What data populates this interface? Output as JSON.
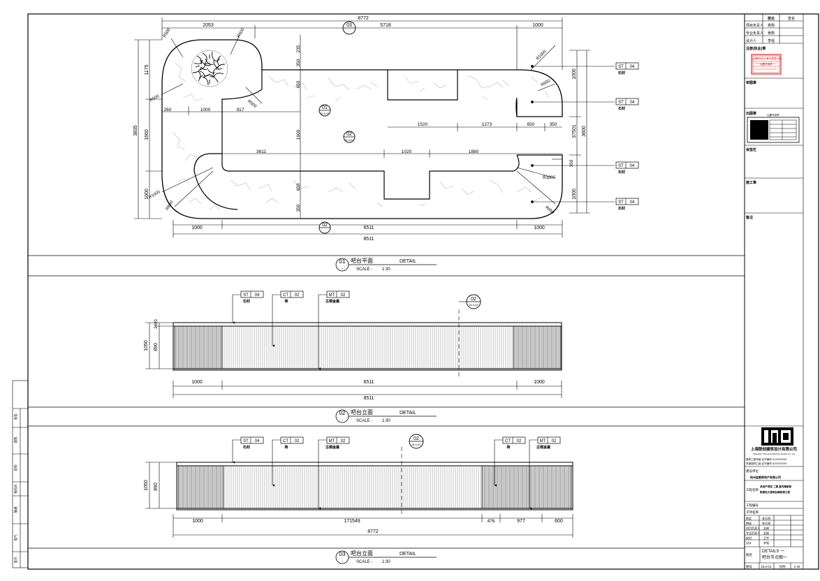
{
  "plan": {
    "dims_top": [
      "8772",
      "2053",
      "5718",
      "1000"
    ],
    "dims_bottom": [
      "1000",
      "6511",
      "1000",
      "8511"
    ],
    "dims_left": [
      "3835",
      "1175",
      "1660",
      "1000"
    ],
    "dims_right": [
      "1000",
      "37501",
      "3600",
      "1000"
    ],
    "dims_inner": [
      "235",
      "350",
      "650",
      "1000",
      "917",
      "260",
      "1600",
      "3611",
      "1020",
      "1880",
      "1520",
      "1273",
      "650",
      "350",
      "650",
      "350",
      "350"
    ],
    "radii": [
      "R500",
      "R500",
      "R500",
      "R500",
      "R1000",
      "R650",
      "R1000",
      "R650",
      "R1000",
      "R650"
    ],
    "section_marks": [
      {
        "num": "03",
        "sub": "-"
      },
      {
        "num": "01",
        "sub": "DL4-01"
      },
      {
        "num": "02",
        "sub": "DL4-01"
      },
      {
        "num": "02",
        "sub": "-"
      }
    ],
    "tags": [
      {
        "code": "ST",
        "num": "04",
        "label": "石材"
      },
      {
        "code": "ST",
        "num": "04",
        "label": "石材"
      },
      {
        "code": "ST",
        "num": "04",
        "label": "石材"
      },
      {
        "code": "ST",
        "num": "04",
        "label": "石材"
      }
    ]
  },
  "elev1": {
    "tags": [
      {
        "code": "ST",
        "num": "04",
        "label": "石材"
      },
      {
        "code": "CT",
        "num": "02",
        "label": "砖"
      },
      {
        "code": "MT",
        "num": "02",
        "label": "古铜金属"
      }
    ],
    "detail_mark": {
      "num": "02",
      "sub": "DL4-02"
    },
    "dims_bottom": [
      "1000",
      "6511",
      "1000",
      "8511"
    ],
    "dims_left": [
      "1050",
      "890",
      "2400"
    ]
  },
  "elev2": {
    "tags": [
      {
        "code": "ST",
        "num": "04",
        "label": "石材"
      },
      {
        "code": "CT",
        "num": "02",
        "label": "砖"
      },
      {
        "code": "MT",
        "num": "02",
        "label": "古铜金属"
      },
      {
        "code": "CT",
        "num": "02",
        "label": "砖"
      },
      {
        "code": "MT",
        "num": "02",
        "label": "古铜金属"
      }
    ],
    "detail_mark": {
      "num": "02",
      "sub": "DL4-02"
    },
    "dims_bottom": [
      "1000",
      "171549",
      "476",
      "977",
      "600",
      "8772"
    ],
    "dims_left": [
      "1050",
      "890"
    ]
  },
  "titles": [
    {
      "num": "01",
      "sub": "-",
      "name": "吧台平面",
      "detail": "DETAIL",
      "scale_label": "SCALE -",
      "scale": "1:30"
    },
    {
      "num": "02",
      "sub": "-",
      "name": "吧台立面",
      "detail": "DETAIL",
      "scale_label": "SCALE -",
      "scale": "1:30"
    },
    {
      "num": "03",
      "sub": "-",
      "name": "吧台立面",
      "detail": "DETAIL",
      "scale_label": "SCALE -",
      "scale": "1:30"
    }
  ],
  "titleblock": {
    "head": [
      "签名",
      "姓名",
      "签名"
    ],
    "rows": [
      {
        "role": "项目负责人",
        "name": "吴刚"
      },
      {
        "role": "专业负责人",
        "name": "吴刚"
      },
      {
        "role": "设计人",
        "name": "李强"
      }
    ],
    "stamp_label": "注册(执业)章",
    "stamp_line1": "上海联创设计股份有限公司",
    "stamp_line2": "出图专用章",
    "review_label": "审图章",
    "seal_label": "出图章",
    "seal_title": "出图专用章",
    "sign_label": "会签栏",
    "builder_label": "施工章",
    "notes_label": "备注",
    "company_logo": "LWD",
    "company": "上海联创建筑设计有限公司",
    "company_en": "Shanghai Yulong Architecture Design Co.,Ltd",
    "cert1": "建筑工程甲级 证书编号 A131002349",
    "cert2": "风景园林乙级 证书编号 A231002349",
    "client_label": "建设单位",
    "client": "杭州金都房地产有限公司",
    "project_label": "工程名称",
    "project": "某地产项目 二期 室内精装修",
    "project2": "售楼处大堂吧台精装修工程",
    "stage_label": "工程编号",
    "sub_label": "子项名称",
    "sign_rows": [
      {
        "role": "审定",
        "name": "李天明"
      },
      {
        "role": "审核",
        "name": "李天明"
      },
      {
        "role": "项目负责人",
        "name": "吴刚"
      },
      {
        "role": "专业负责人",
        "name": "吴刚"
      },
      {
        "role": "校对",
        "name": "王宇"
      },
      {
        "role": "设计",
        "name": "李强"
      }
    ],
    "drawing_label": "图名",
    "drawing_en": "DETAILS 一",
    "drawing_cn": "吧台节点图一",
    "sheet_label": "图号",
    "sheet_no": "DL4-01",
    "ratio_label": "比例",
    "ratio": "1:30"
  },
  "left_stamp": {
    "rows": [
      "会签",
      "建筑",
      "结构",
      "给排水",
      "暖通",
      "电气",
      "室内"
    ]
  }
}
